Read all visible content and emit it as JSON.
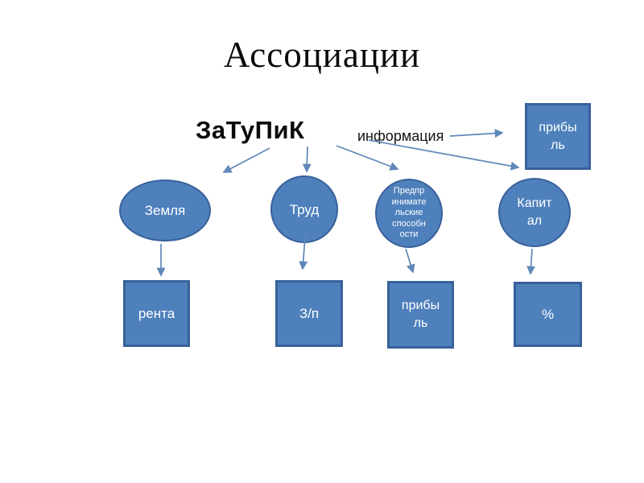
{
  "slide": {
    "title": "Ассоциации",
    "mnemonic": "ЗаТуПиК",
    "info_label": "информация",
    "colors": {
      "shape_fill": "#4e80bc",
      "shape_border": "#38619b",
      "arrow_color": "#5f87b9",
      "text_on_shape": "#ffffff",
      "ink": "#0b0b0b"
    }
  },
  "factors": [
    {
      "label": "Земля",
      "lines": [
        "Земля"
      ]
    },
    {
      "label": "Труд",
      "lines": [
        "Труд"
      ]
    },
    {
      "label": "Предпринимательские способности",
      "lines": [
        "Предпр",
        "инимате",
        "льские",
        "способн",
        "ости"
      ]
    },
    {
      "label": "Капитал",
      "lines": [
        "Капит",
        "ал"
      ]
    }
  ],
  "incomes": [
    {
      "label": "рента",
      "lines": [
        "рента"
      ]
    },
    {
      "label": "З/п",
      "lines": [
        "З/п"
      ]
    },
    {
      "label": "прибыль",
      "lines": [
        "прибы",
        "ль"
      ]
    },
    {
      "label": "%",
      "lines": [
        "%"
      ]
    }
  ],
  "profit_box": {
    "label": "прибыль",
    "lines": [
      "прибы",
      "ль"
    ]
  }
}
